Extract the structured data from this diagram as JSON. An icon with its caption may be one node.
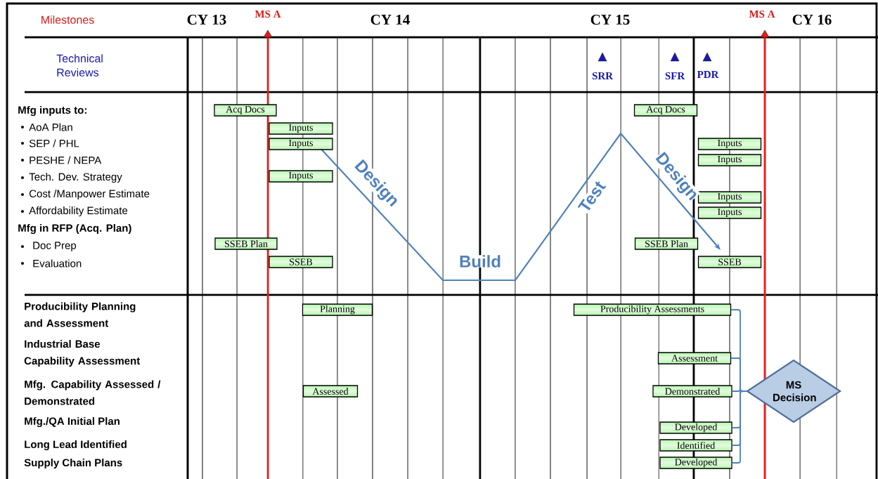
{
  "diagram": {
    "nodes": [
      {
        "text": [
          "Acq Docs"
        ]
      },
      {
        "text": [
          "Inputs"
        ]
      },
      {
        "text": [
          "Inputs"
        ]
      },
      {
        "text": [
          "Inputs"
        ]
      },
      {
        "text": [
          "SSEB Plan"
        ]
      },
      {
        "text": [
          "SSEB"
        ]
      },
      {
        "text": [
          "Acq Docs"
        ]
      },
      {
        "text": [
          "Inputs"
        ]
      },
      {
        "text": [
          "Inputs"
        ]
      },
      {
        "text": [
          "Inputs"
        ]
      },
      {
        "text": [
          "Inputs"
        ]
      },
      {
        "text": [
          "SSEB Plan"
        ]
      },
      {
        "text": [
          "SSEB"
        ]
      },
      {
        "text": [
          "Planning"
        ]
      },
      {
        "text": [
          "Assessed"
        ]
      },
      {
        "text": [
          "Producibility Assessments"
        ]
      },
      {
        "text": [
          "Assessment"
        ]
      },
      {
        "text": [
          "Demonstrated"
        ]
      },
      {
        "text": [
          "Developed"
        ]
      },
      {
        "text": [
          "Identified"
        ]
      },
      {
        "text": [
          "Developed"
        ]
      },
      {
        "text": [
          "MS Decision"
        ]
      }
    ],
    "edges": [
      {
        "from": 15,
        "to": 21,
        "arrow": "none"
      },
      {
        "from": 16,
        "to": 21,
        "arrow": "none"
      },
      {
        "from": 17,
        "to": 21,
        "arrow": "none"
      },
      {
        "from": 18,
        "to": 21,
        "arrow": "none"
      },
      {
        "from": 19,
        "to": 21,
        "arrow": "none"
      },
      {
        "from": 20,
        "to": 21,
        "arrow": "none"
      }
    ],
    "labels": [
      "Milestones",
      "CY 13",
      "MS A",
      "CY 14",
      "CY 15",
      "MS A",
      "CY 16",
      "Technical Reviews",
      "SRR",
      "SFR",
      "PDR",
      "Mfg inputs to:",
      "AoA Plan",
      "SEP / PHL",
      "PESHE / NEPA",
      "Tech. Dev. Strategy",
      "Cost /Manpower Estimate",
      "Affordability Estimate",
      "Mfg in RFP (Acq. Plan)",
      "Doc Prep",
      "Evaluation",
      "Design",
      "Test",
      "Design",
      "Build",
      "Producibility Planning and Assessment",
      "Industrial Base Capability Assessment",
      "Mfg. Capability Assessed / Demonstrated",
      "Mfg./QA Initial Plan",
      "Long Lead Identified",
      "Supply Chain Plans"
    ]
  }
}
